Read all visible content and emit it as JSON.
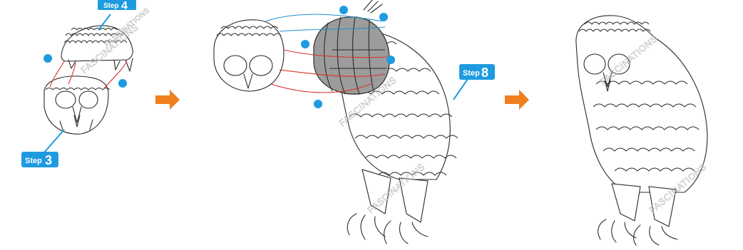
{
  "callouts": {
    "step4": {
      "word": "Step",
      "num": "4"
    },
    "step3": {
      "word": "Step",
      "num": "3"
    },
    "step8": {
      "word": "Step",
      "num": "8"
    }
  },
  "watermarks": [
    "FASCINATIONS",
    "FASCINATIONS",
    "FASCINATIONS",
    "FASCINATIONS",
    "FASCINATIONS",
    "FASCINATIONS"
  ],
  "colors": {
    "accent": "#1e9be0",
    "arrow": "#f07f1e",
    "string_red": "#d9342b",
    "string_blue": "#1e8fd6"
  }
}
